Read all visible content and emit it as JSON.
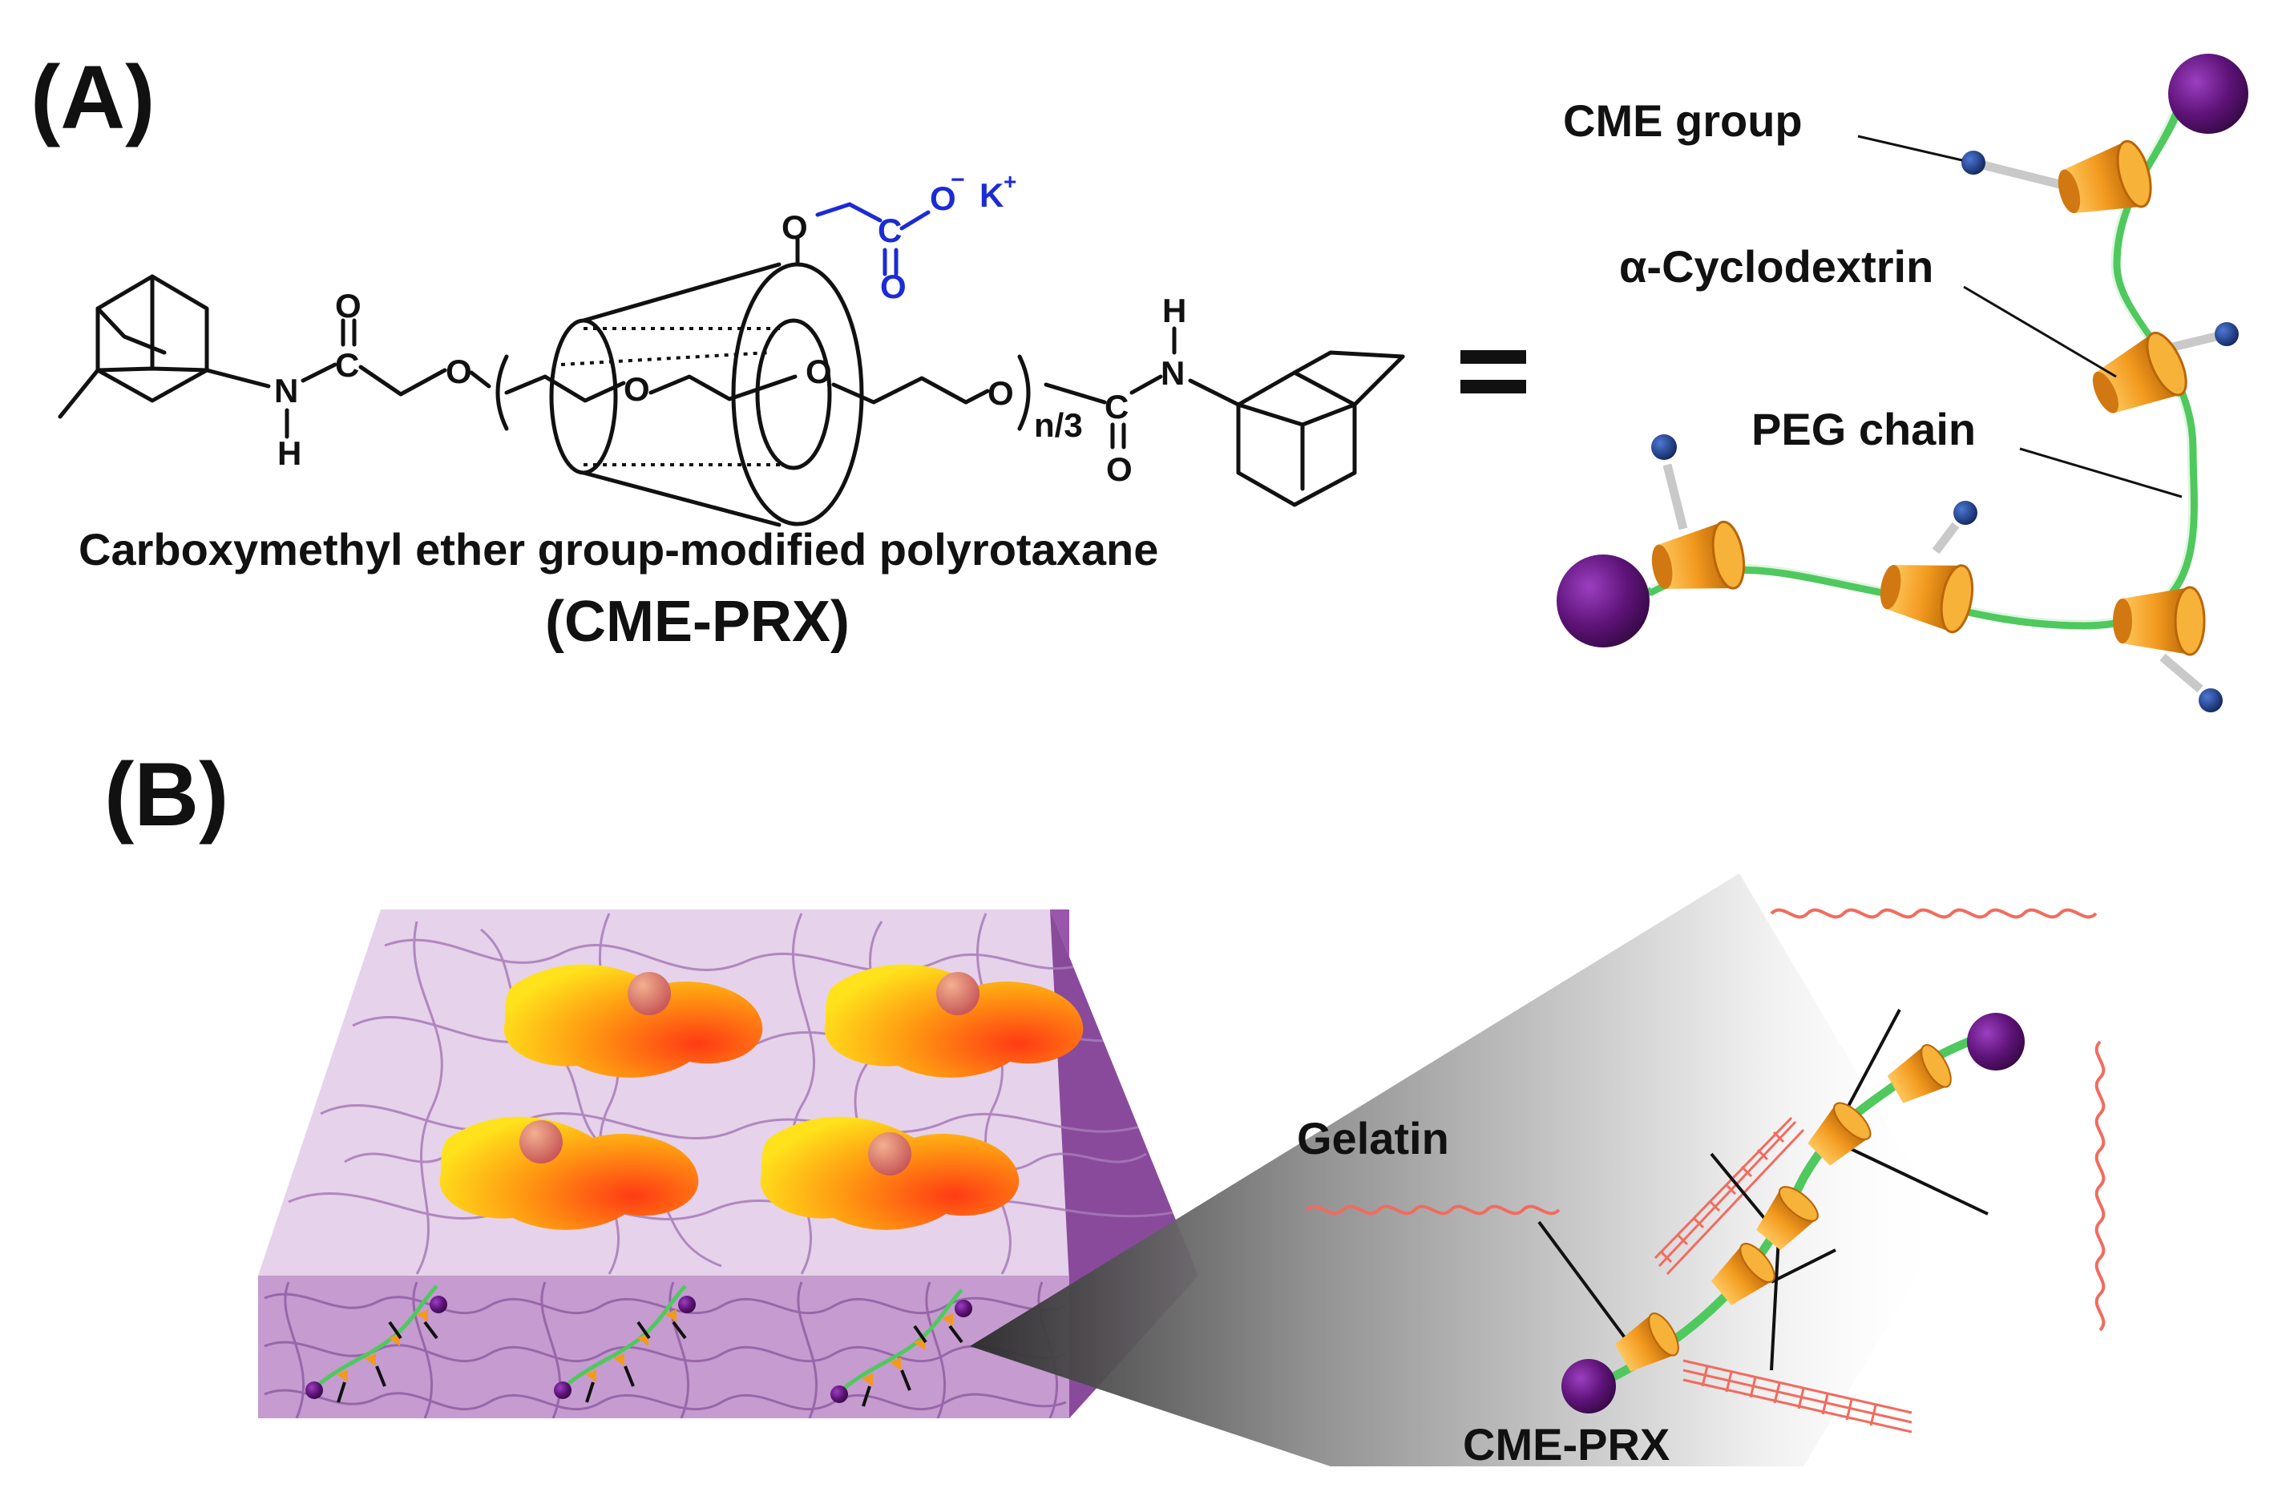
{
  "panel_a": {
    "label": "(A)",
    "molecule": {
      "oxygen": "O",
      "nitrogen": "N",
      "hydrogen": "H",
      "carbon": "C",
      "anion_charge": "−",
      "counter_ion": "K",
      "counter_ion_charge": "+",
      "repeat_subscript": "n/3"
    },
    "name_line1": "Carboxymethyl ether group-modified polyrotaxane",
    "name_line2": "(CME-PRX)",
    "equals": "=",
    "legend": {
      "cme_group": "CME group",
      "cyclodextrin": "α-Cyclodextrin",
      "peg_chain": "PEG chain"
    }
  },
  "panel_b": {
    "label": "(B)",
    "gelatin": "Gelatin",
    "cme_prx": "CME-PRX"
  },
  "colors": {
    "stopper": "#5e1378",
    "cyclodextrin": "#f29a1f",
    "cme_group": "#1c3f9e",
    "peg": "#4fc95e",
    "gelatin": "#f26b5e",
    "gel_top": "#e6d2ea",
    "gel_side": "#8a4a9c",
    "cell": "#ffb21a",
    "blue_text": "#1b2bd6"
  }
}
